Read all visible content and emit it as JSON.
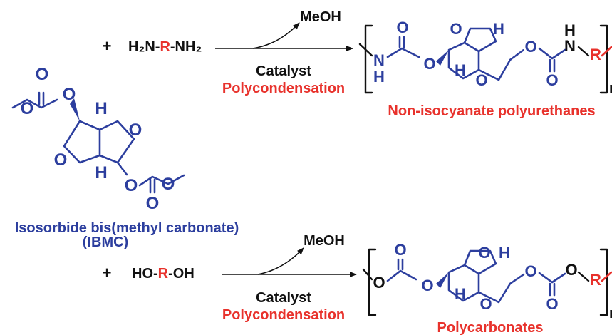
{
  "monomer": {
    "name": "Isosorbide bis(methyl carbonate)",
    "abbr": "(IBMC)"
  },
  "reaction_top": {
    "plus": "+",
    "reagent": {
      "prefix": "H₂N-",
      "r": "R",
      "suffix": "-NH₂"
    },
    "byproduct": "MeOH",
    "catalyst": "Catalyst",
    "process": "Polycondensation",
    "product_label": "Non-isocyanate polyurethanes"
  },
  "reaction_bottom": {
    "plus": "+",
    "reagent": {
      "prefix": "HO-",
      "r": "R",
      "suffix": "-OH"
    },
    "byproduct": "MeOH",
    "catalyst": "Catalyst",
    "process": "Polycondensation",
    "product_label": "Polycarbonates"
  },
  "atoms": {
    "oxygen": "O",
    "hydrogen": "H",
    "nitrogen": "N",
    "r_group": "R",
    "repeat": "n"
  },
  "colors": {
    "structure": "#2c3e9e",
    "highlight": "#e8322c",
    "text": "#111111"
  }
}
